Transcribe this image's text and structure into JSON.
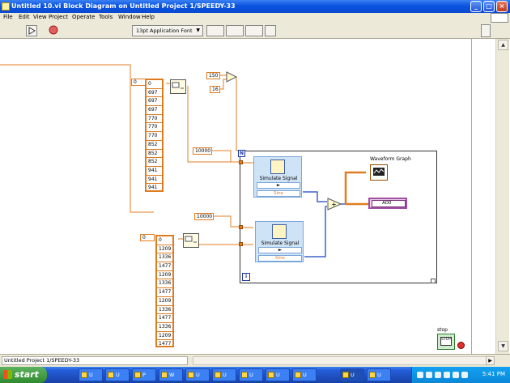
{
  "window": {
    "title": "Untitled 10.vi Block Diagram on Untitled Project 1/SPEEDY-33",
    "buttons": [
      "_",
      "□",
      "×"
    ]
  },
  "menu": [
    "File",
    "Edit",
    "View",
    "Project",
    "Operate",
    "Tools",
    "Window",
    "Help"
  ],
  "toolbar": {
    "font": "13pt Application Font"
  },
  "diagram": {
    "const_row_index_top": "0",
    "array_top": [
      "0",
      "697",
      "697",
      "697",
      "770",
      "770",
      "770",
      "852",
      "852",
      "852",
      "941",
      "941",
      "941"
    ],
    "const_150": "150",
    "const_16": "16",
    "const_10000_top": "10000",
    "const_10000_bottom": "10000",
    "loop_count": "N",
    "loop_iter": "i",
    "sim_top": {
      "name": "Simulate Signal",
      "signal": "Sine"
    },
    "sim_bottom": {
      "name": "Simulate Signal",
      "signal": "Sine"
    },
    "graph_label": "Waveform Graph",
    "ao_label": "AO0",
    "const_row_index_bottom": "0",
    "array_bottom": [
      "0",
      "1209",
      "1336",
      "1477",
      "1209",
      "1336",
      "1477",
      "1209",
      "1336",
      "1477",
      "1336",
      "1209",
      "1477"
    ],
    "stop_label": "stop",
    "stop_button": "STOP"
  },
  "status": {
    "project": "Untitled Project 1/SPEEDY-33"
  },
  "taskbar": {
    "start": "start",
    "tasks": [
      "U",
      "U",
      "P",
      "W",
      "U",
      "U",
      "U",
      "U",
      "U",
      "U",
      "U"
    ],
    "clock": "5:41 PM"
  }
}
